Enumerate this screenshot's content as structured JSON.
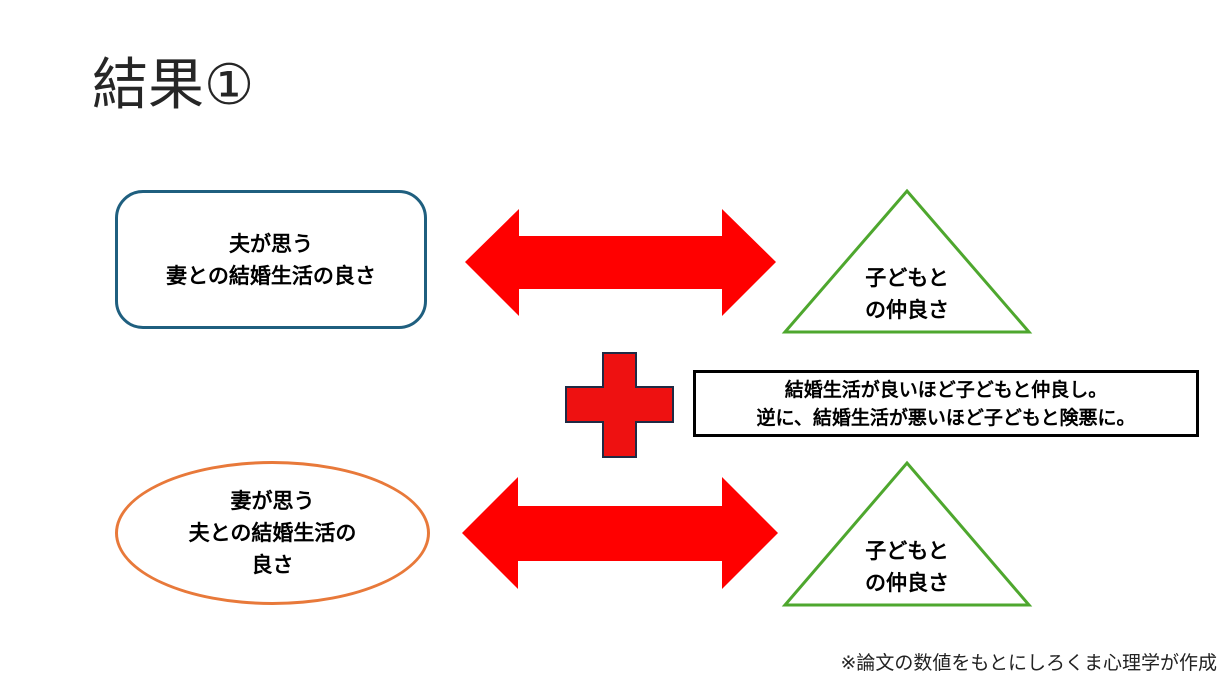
{
  "slide": {
    "title": "結果①",
    "source_note": "※論文の数値をもとにしろくま心理学が作成"
  },
  "colors": {
    "arrow": "#ff0000",
    "plus": "#ee1111",
    "plus_outline": "#1f2a44",
    "rounded_box_border": "#1f5f7f",
    "ellipse_border": "#e8793a",
    "triangle_border": "#4ea72e"
  },
  "top_row": {
    "source": {
      "line1": "夫が思う",
      "line2": "妻との結婚生活の良さ"
    },
    "target": {
      "line1": "子どもと",
      "line2": "の仲良さ"
    }
  },
  "bottom_row": {
    "source": {
      "line1": "妻が思う",
      "line2": "夫との結婚生活の",
      "line3": "良さ"
    },
    "target": {
      "line1": "子どもと",
      "line2": "の仲良さ"
    }
  },
  "finding": {
    "line1": "結婚生活が良いほど子どもと仲良し。",
    "line2": "逆に、結婚生活が悪いほど子どもと険悪に。"
  }
}
